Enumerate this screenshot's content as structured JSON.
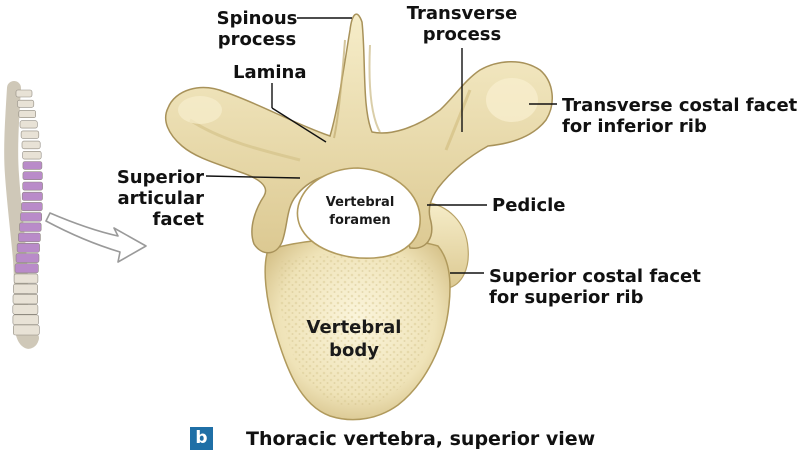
{
  "labels": {
    "spinous": [
      "Spinous",
      "process"
    ],
    "transverse": [
      "Transverse",
      "process"
    ],
    "lamina": "Lamina",
    "transverse_costal": [
      "Transverse costal facet",
      "for inferior rib"
    ],
    "superior_articular": [
      "Superior",
      "articular",
      "facet"
    ],
    "pedicle": "Pedicle",
    "superior_costal": [
      "Superior costal facet",
      "for superior rib"
    ],
    "vertebral_foramen": [
      "Vertebral",
      "foramen"
    ],
    "vertebral_body": [
      "Vertebral",
      "body"
    ]
  },
  "caption": {
    "letter": "b",
    "text": "Thoracic vertebra, superior view"
  },
  "colors": {
    "bone": "#f1e6bf",
    "bone_shadow": "#d8c68f",
    "bone_dark": "#b9a368",
    "spine_highlight": "#b98bc9",
    "spine_bone": "#e8e2d6",
    "caption_badge": "#1f6fa6",
    "leader_line": "#111111"
  },
  "icons": {
    "arrow": "outline-arrow-icon",
    "spine": "spine-illustration-icon"
  }
}
